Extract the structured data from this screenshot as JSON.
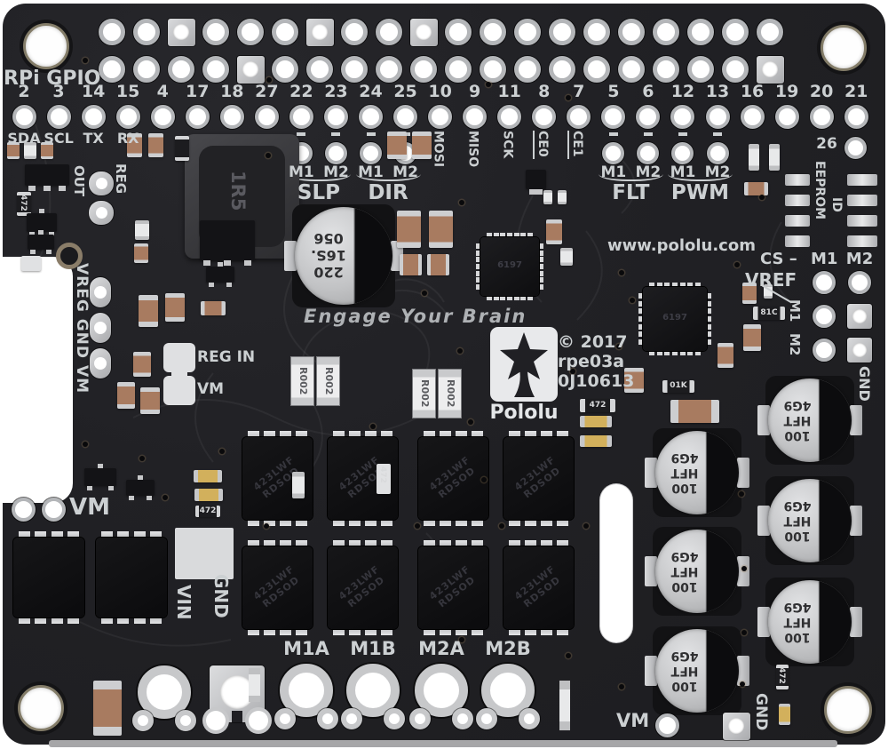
{
  "colors": {
    "pcb": "#212125",
    "silkscreen": "#ccd0d2",
    "pad_silver": "#c7c8ca",
    "hole_white": "#ffffff",
    "capacitor_silver": "#c2c3c5",
    "passive_brown": "#a87b60",
    "led_yellow": "#d2b05c",
    "chip_black": "#0e0e10",
    "background": "#ffffff"
  },
  "silkscreen": {
    "gpio_title": "RPi GPIO",
    "gpio_numbers": [
      "2",
      "3",
      "14",
      "15",
      "4",
      "17",
      "18",
      "27",
      "22",
      "23",
      "24",
      "25",
      "10",
      "9",
      "11",
      "8",
      "7",
      "5",
      "6",
      "12",
      "13",
      "16",
      "19",
      "20",
      "21"
    ],
    "pin_26": "26",
    "uart_labels": [
      "SDA",
      "SCL",
      "TX",
      "RX"
    ],
    "spi_labels": [
      "MOSI",
      "MISO",
      "SCK",
      "CE0",
      "CE1"
    ],
    "pair_labels": [
      "M1",
      "M2"
    ],
    "signal_groups": [
      "SLP",
      "DIR",
      "FLT",
      "PWM"
    ],
    "out": "OUT",
    "reg": "REG",
    "left_rail": "VREG GND VM",
    "reg_in": "REG IN",
    "reg_in_vm": "VM",
    "vm_left": "VM",
    "vin": "VIN",
    "gnd_bottom_left": "GND",
    "motor_terminals": [
      "M1A",
      "M1B",
      "M2A",
      "M2B"
    ],
    "vm_bottom_right": "VM",
    "gnd_bottom_right": "GND",
    "gnd_right": "GND",
    "id_eeprom": [
      "ID",
      "EEPROM"
    ],
    "cs_line": {
      "prefix": "CS – ",
      "m1": "M1",
      "m2": "M2"
    },
    "vref": "VREF",
    "vref_m1": "M1",
    "vref_m2": "M2",
    "website": "www.pololu.com",
    "slogan": "Engage Your Brain",
    "logo": "Pololu",
    "copyright": [
      "© 2017",
      "rpe03a",
      "0J10613"
    ]
  },
  "components": {
    "inductor_marking": "1R5",
    "reservoir_cap_marking": [
      "220",
      "16S.",
      "056"
    ],
    "bulk_cap_count": 6,
    "bulk_cap_marking": [
      "100",
      "HFT",
      "4G9"
    ],
    "mosfet_marking": [
      "423LWF",
      "RDSOD"
    ],
    "sense_resistor_marking": "R002",
    "qfn_marking": "6197",
    "small_resistor_markings": [
      "472",
      "01K",
      "81C"
    ]
  }
}
